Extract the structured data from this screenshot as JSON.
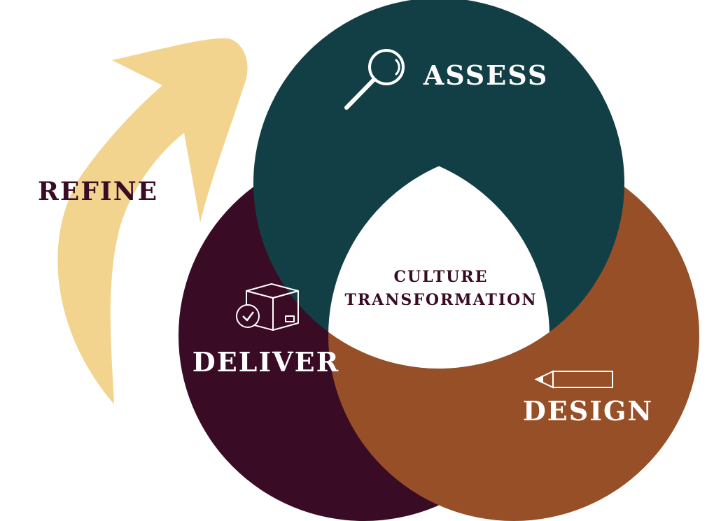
{
  "arrow": {
    "label": "REFINE",
    "color": "#F2D48F",
    "label_color": "#3A0B25"
  },
  "circles": [
    {
      "id": "assess",
      "label": "ASSESS",
      "icon": "magnifier-icon",
      "color": "#123F45",
      "text_color": "#FFFFFF"
    },
    {
      "id": "design",
      "label": "DESIGN",
      "icon": "pencil-icon",
      "color": "#964F26",
      "text_color": "#FFFFFF"
    },
    {
      "id": "deliver",
      "label": "DELIVER",
      "icon": "package-check-icon",
      "color": "#3A0B25",
      "text_color": "#FFFFFF"
    }
  ],
  "center": {
    "line1": "CULTURE",
    "line2": "TRANSFORMATION",
    "color": "#3A0B25",
    "background": "#FFFFFF"
  }
}
